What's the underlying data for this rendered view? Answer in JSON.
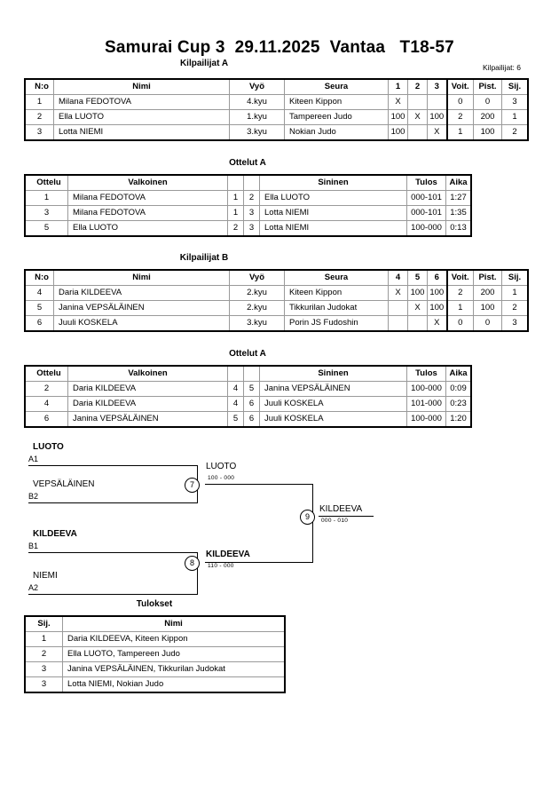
{
  "header": {
    "title": "Samurai Cup 3  29.11.2025  Vantaa   T18-57",
    "competitor_count_label": "Kilpailijat: 6"
  },
  "pool_a": {
    "heading": "Kilpailijat A",
    "columns": [
      "N:o",
      "Nimi",
      "Vyö",
      "Seura",
      "1",
      "2",
      "3",
      "Voit.",
      "Pist.",
      "Sij."
    ],
    "rows": [
      {
        "no": "1",
        "name": "Milana FEDOTOVA",
        "belt": "4.kyu",
        "club": "Kiteen Kippon",
        "m1": "X",
        "m2": "",
        "m3": "",
        "wins": "0",
        "points": "0",
        "rank": "3"
      },
      {
        "no": "2",
        "name": "Ella LUOTO",
        "belt": "1.kyu",
        "club": "Tampereen Judo",
        "m1": "100",
        "m2": "X",
        "m3": "100",
        "wins": "2",
        "points": "200",
        "rank": "1"
      },
      {
        "no": "3",
        "name": "Lotta NIEMI",
        "belt": "3.kyu",
        "club": "Nokian Judo",
        "m1": "100",
        "m2": "",
        "m3": "X",
        "wins": "1",
        "points": "100",
        "rank": "2"
      }
    ]
  },
  "matches_a": {
    "heading": "Ottelut A",
    "columns": [
      "Ottelu",
      "Valkoinen",
      "",
      "",
      "Sininen",
      "Tulos",
      "Aika"
    ],
    "rows": [
      {
        "no": "1",
        "white": "Milana FEDOTOVA",
        "white_bold": false,
        "wn": "1",
        "bn": "2",
        "blue": "Ella LUOTO",
        "blue_bold": true,
        "result": "000-101",
        "time": "1:27"
      },
      {
        "no": "3",
        "white": "Milana FEDOTOVA",
        "white_bold": false,
        "wn": "1",
        "bn": "3",
        "blue": "Lotta NIEMI",
        "blue_bold": true,
        "result": "000-101",
        "time": "1:35"
      },
      {
        "no": "5",
        "white": "Ella LUOTO",
        "white_bold": true,
        "wn": "2",
        "bn": "3",
        "blue": "Lotta NIEMI",
        "blue_bold": false,
        "result": "100-000",
        "time": "0:13"
      }
    ]
  },
  "pool_b": {
    "heading": "Kilpailijat B",
    "columns": [
      "N:o",
      "Nimi",
      "Vyö",
      "Seura",
      "4",
      "5",
      "6",
      "Voit.",
      "Pist.",
      "Sij."
    ],
    "rows": [
      {
        "no": "4",
        "name": "Daria KILDEEVA",
        "belt": "2.kyu",
        "club": "Kiteen Kippon",
        "m1": "X",
        "m2": "100",
        "m3": "100",
        "wins": "2",
        "points": "200",
        "rank": "1"
      },
      {
        "no": "5",
        "name": "Janina VEPSÄLÄINEN",
        "belt": "2.kyu",
        "club": "Tikkurilan Judokat",
        "m1": "",
        "m2": "X",
        "m3": "100",
        "wins": "1",
        "points": "100",
        "rank": "2"
      },
      {
        "no": "6",
        "name": "Juuli KOSKELA",
        "belt": "3.kyu",
        "club": "Porin JS Fudoshin",
        "m1": "",
        "m2": "",
        "m3": "X",
        "wins": "0",
        "points": "0",
        "rank": "3"
      }
    ]
  },
  "matches_b": {
    "heading": "Ottelut A",
    "columns": [
      "Ottelu",
      "Valkoinen",
      "",
      "",
      "Sininen",
      "Tulos",
      "Aika"
    ],
    "rows": [
      {
        "no": "2",
        "white": "Daria KILDEEVA",
        "white_bold": true,
        "wn": "4",
        "bn": "5",
        "blue": "Janina VEPSÄLÄINEN",
        "blue_bold": false,
        "result": "100-000",
        "time": "0:09"
      },
      {
        "no": "4",
        "white": "Daria KILDEEVA",
        "white_bold": true,
        "wn": "4",
        "bn": "6",
        "blue": "Juuli KOSKELA",
        "blue_bold": false,
        "result": "101-000",
        "time": "0:23"
      },
      {
        "no": "6",
        "white": "Janina VEPSÄLÄINEN",
        "white_bold": true,
        "wn": "5",
        "bn": "6",
        "blue": "Juuli KOSKELA",
        "blue_bold": false,
        "result": "100-000",
        "time": "1:20"
      }
    ]
  },
  "bracket": {
    "entries": [
      {
        "name": "LUOTO",
        "seed": "A1",
        "winner": true
      },
      {
        "name": "VEPSÄLÄINEN",
        "seed": "B2",
        "winner": false
      },
      {
        "name": "KILDEEVA",
        "seed": "B1",
        "winner": true
      },
      {
        "name": "NIEMI",
        "seed": "A2",
        "winner": false
      }
    ],
    "nodes": [
      {
        "num": "7",
        "name": "LUOTO",
        "score": "100 - 000",
        "winner": false
      },
      {
        "num": "8",
        "name": "KILDEEVA",
        "score": "110 - 000",
        "winner": true
      },
      {
        "num": "9",
        "name": "KILDEEVA",
        "score": "000 - 010",
        "winner": false
      }
    ]
  },
  "results": {
    "heading": "Tulokset",
    "columns": [
      "Sij.",
      "Nimi"
    ],
    "rows": [
      {
        "rank": "1",
        "name": "Daria KILDEEVA, Kiteen Kippon"
      },
      {
        "rank": "2",
        "name": "Ella LUOTO, Tampereen Judo"
      },
      {
        "rank": "3",
        "name": "Janina VEPSÄLÄINEN, Tikkurilan Judokat"
      },
      {
        "rank": "3",
        "name": "Lotta NIEMI, Nokian Judo"
      }
    ]
  }
}
